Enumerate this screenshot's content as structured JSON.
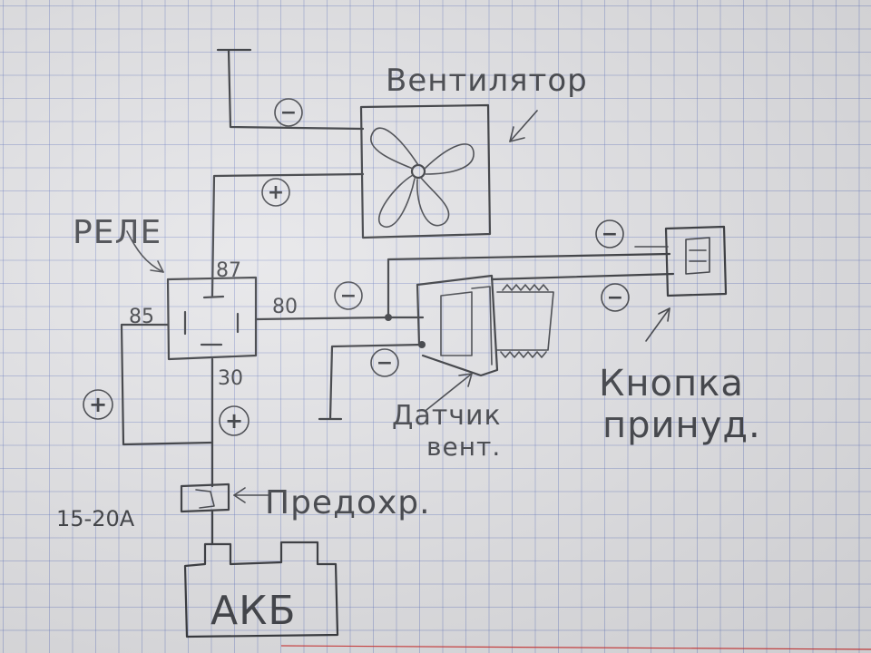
{
  "labels": {
    "fan": "Вентилятор",
    "relay": "РЕЛЕ",
    "sensor_line1": "Датчик",
    "sensor_line2": "вент.",
    "button_line1": "Кнопка",
    "button_line2": "принуд.",
    "fuse": "Предохр.",
    "fuse_rating": "15-20А",
    "battery": "АКБ"
  },
  "relay_pins": {
    "pin87": "87",
    "pin85": "85",
    "pin80": "80",
    "pin30": "30"
  },
  "polarity": {
    "minus": "−",
    "plus": "+"
  }
}
